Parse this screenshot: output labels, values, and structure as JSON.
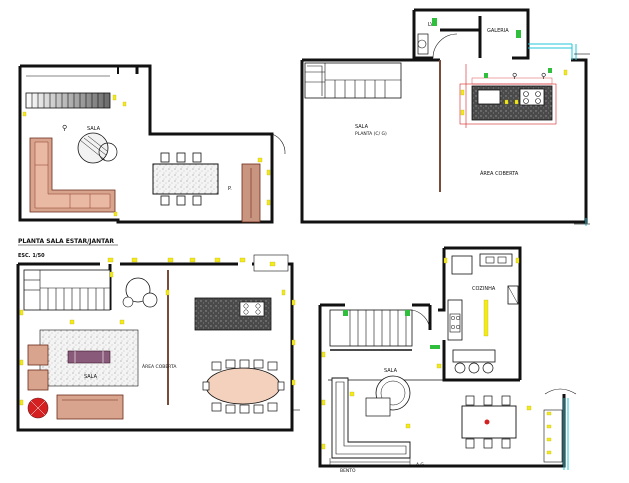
{
  "heading": {
    "title": "PLANTA SALA ESTAR/JANTAR",
    "scale": "ESC. 1/50"
  },
  "labels": {
    "sala_tl": "SALA",
    "lv": "LV",
    "galeria": "GALERIA",
    "sala_tr": "SALA",
    "sala_tr_sub": "PLANTA (C/ G)",
    "area_coberta_tr": "ÁREA COBERTA",
    "area_coberta_bl": "ÁREA COBERTA",
    "sala_bl": "SALA",
    "cozinha": "COZINHA",
    "sala_br": "SALA",
    "dim_br_1": "BENTO",
    "dim_br_2": "A.G"
  },
  "colors": {
    "wall": "#111111",
    "marker": "#f3ea1c",
    "accent_red": "#d42020",
    "accent_green": "#2fbf3c",
    "accent_cyan": "#22c5d8",
    "sofa": "#d8a48e",
    "counter": "#3b3b3b"
  }
}
